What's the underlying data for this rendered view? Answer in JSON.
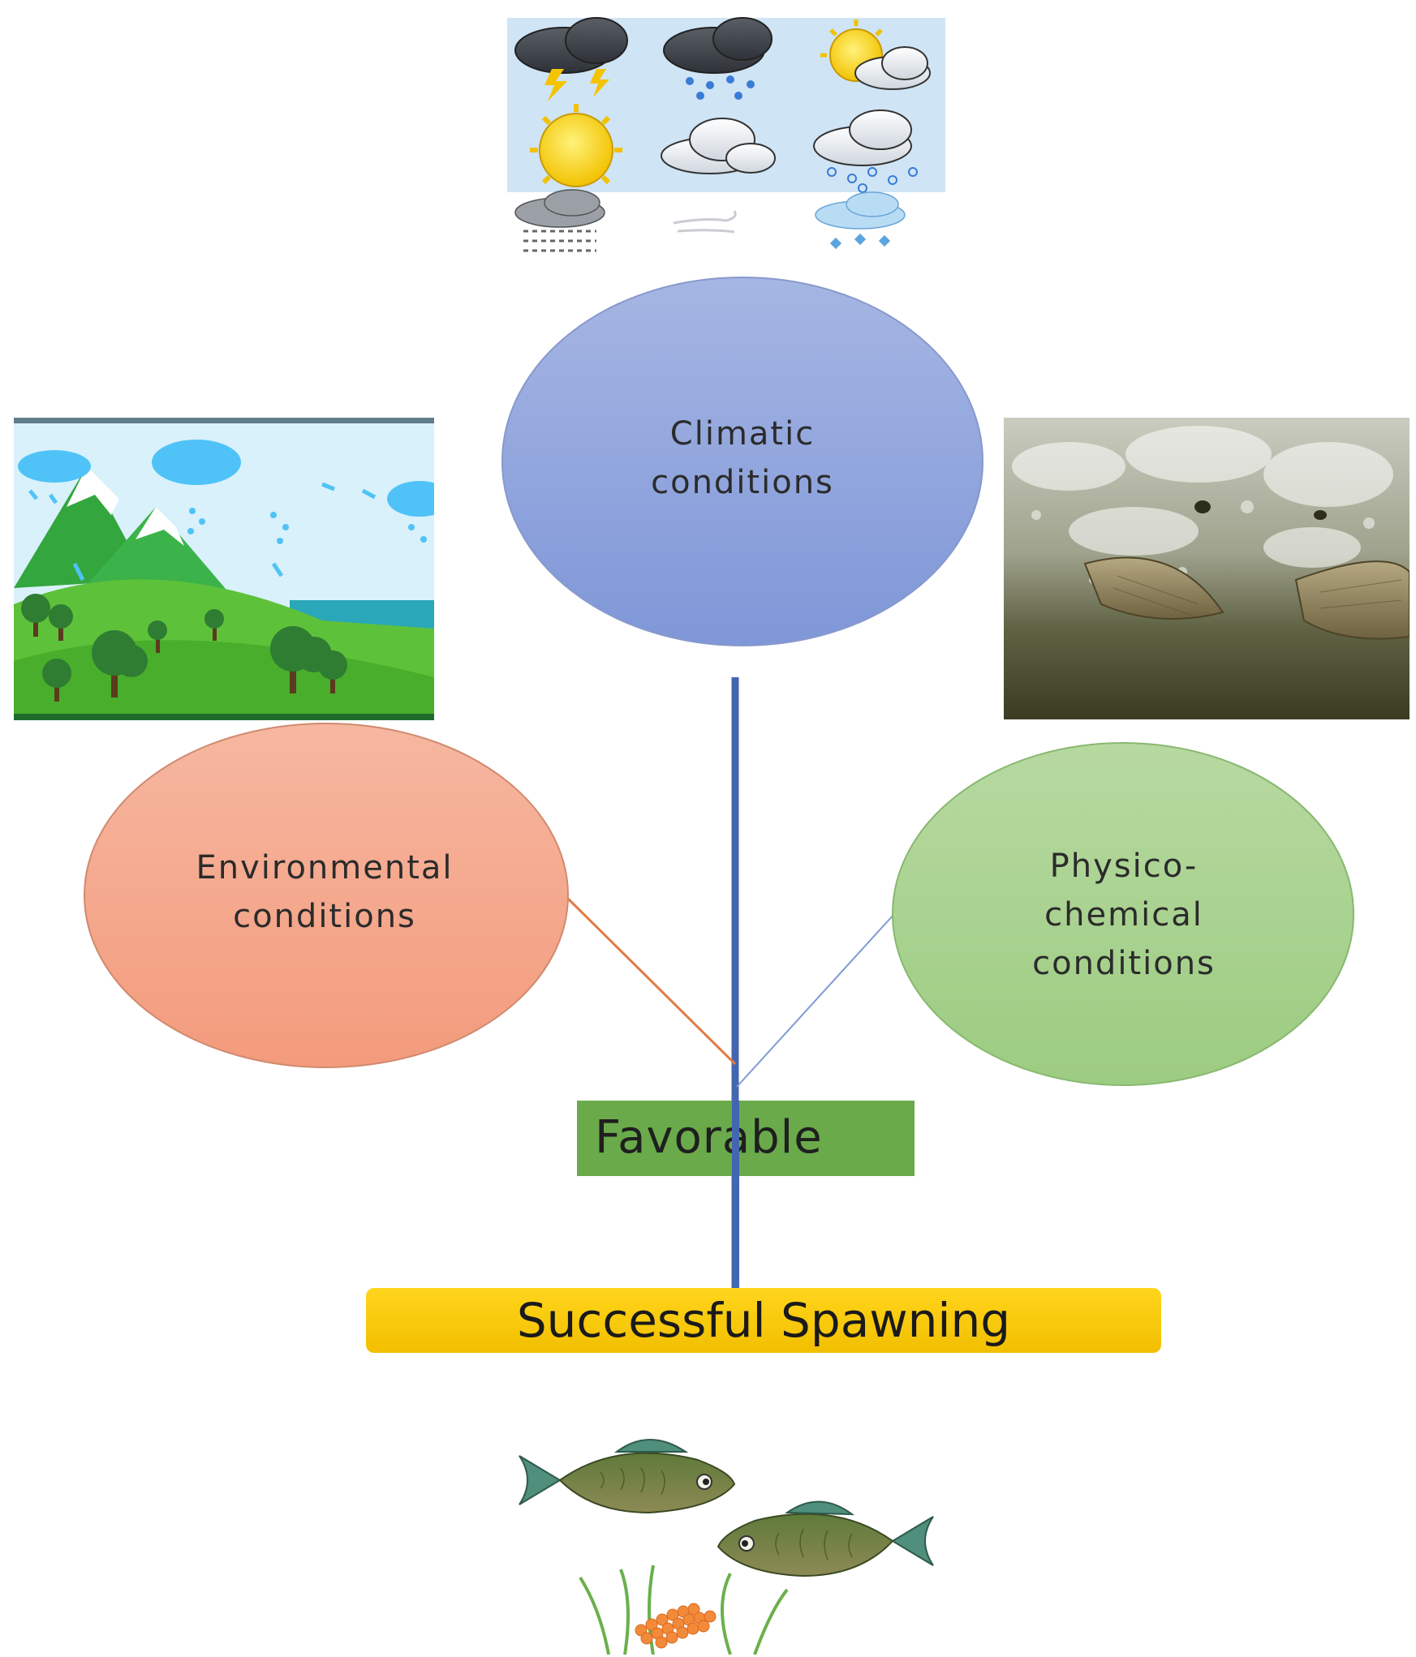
{
  "nodes": {
    "climatic": {
      "line1": "Climatic",
      "line2": "conditions"
    },
    "environmental": {
      "line1": "Environmental",
      "line2": "conditions"
    },
    "physico": {
      "line1": "Physico-",
      "line2": "chemical",
      "line3": "conditions"
    }
  },
  "favorable": "Favorable",
  "outcome": "Successful Spawning",
  "colors": {
    "climatic_fill": "#8da3dc",
    "environmental_fill": "#f3a589",
    "physico_fill": "#a9d18f",
    "stem_line": "#4466b0",
    "environmental_connector": "#e27a45",
    "physico_connector": "#7f9ad6",
    "favorable_fill": "#6aaa4a",
    "outcome_fill": "#f6c800"
  },
  "images": {
    "weather_icons": "weather-icons-panel",
    "landscape": "mountain-landscape-illustration",
    "fish_photo": "spawning-fish-photo",
    "fish_illustration": "fish-and-eggs-illustration"
  }
}
